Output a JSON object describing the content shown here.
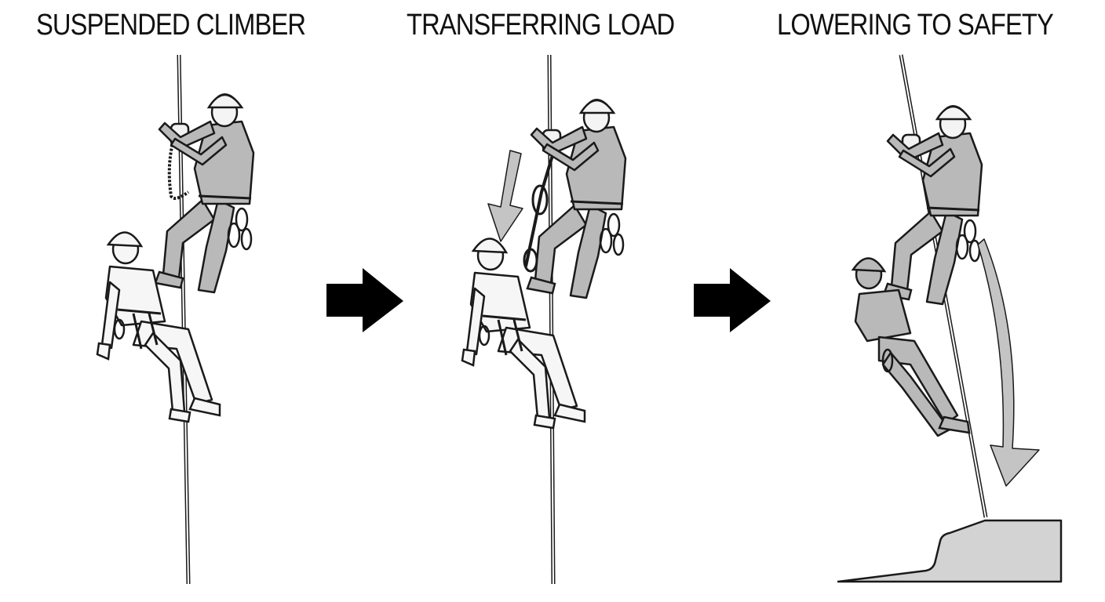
{
  "panels": [
    {
      "title": "SUSPENDED CLIMBER"
    },
    {
      "title": "TRANSFERRING LOAD"
    },
    {
      "title": "LOWERING TO SAFETY"
    }
  ],
  "colors": {
    "ink": "#1a1a1a",
    "figure_fill": "#b9b9b9",
    "victim_fill": "#f6f6f6",
    "arrow_fill": "#c4c4c4",
    "step_arrow": "#000000",
    "ground_fill": "#d3d3d3"
  },
  "icons": [
    "step-arrow-icon",
    "downward-motion-arrow-icon",
    "climber-figure",
    "rope"
  ]
}
